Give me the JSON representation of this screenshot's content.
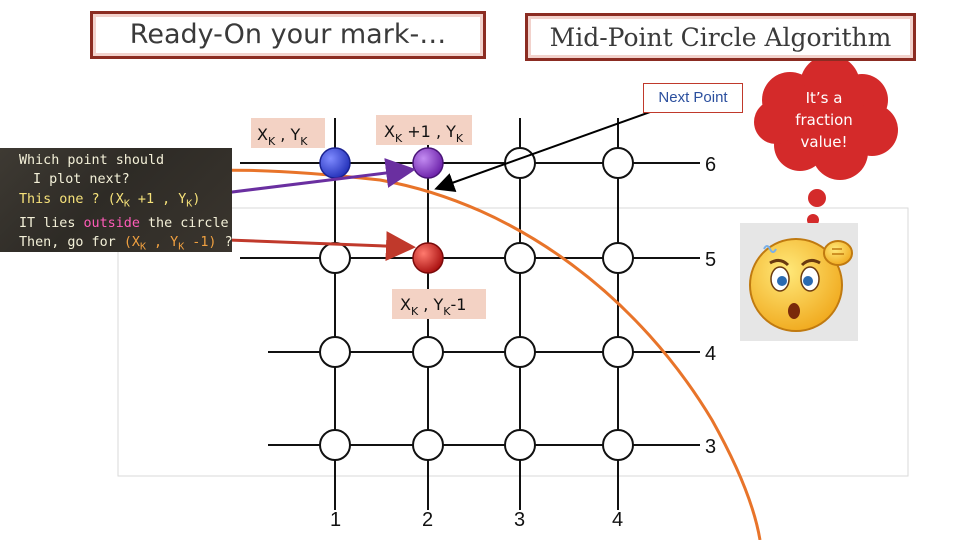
{
  "titles": {
    "left": "Ready-On your mark-…",
    "right": "Mid-Point Circle Algorithm"
  },
  "callouts": {
    "next_point": "Next Point",
    "thought_lines": [
      "It’s a",
      "fraction",
      "value!"
    ]
  },
  "chalkboard": {
    "line1": "Which point should",
    "line2": "I plot next?",
    "line3_prefix": "This one ? (X",
    "line3_sub1": "K",
    "line3_mid": " +1 , Y",
    "line3_sub2": "K",
    "line3_suffix": ")",
    "line4_a": "IT lies ",
    "line4_highlight": "outside",
    "line4_b": " the circle",
    "line5_a": "Then, go for ",
    "line5_b": "(X",
    "line5_sub1": "K",
    "line5_c": " , Y",
    "line5_sub2": "K",
    "line5_d": " -1)",
    "line5_e": " ?"
  },
  "labels": {
    "xk_yk": {
      "x": "X",
      "xs": "K",
      "mid": " , Y",
      "ys": "K"
    },
    "xk1_yk": {
      "x": "X",
      "xs": "K",
      "mid": " +1 , Y",
      "ys": "K"
    },
    "xk_yk1": {
      "x": "X",
      "xs": "K",
      "mid": " , Y",
      "ys": "K",
      "tail": "-1"
    }
  },
  "grid": {
    "x_labels": [
      "1",
      "2",
      "3",
      "4"
    ],
    "y_labels": [
      "6",
      "5",
      "4",
      "3"
    ]
  },
  "colors": {
    "title_border": "#8b2c22",
    "curve": "#e8742a",
    "point_current": "#3b4fd9",
    "point_candidate": "#8a35c7",
    "point_chosen": "#cc1a1a",
    "arrow_purple": "#6a2fa0",
    "arrow_red": "#c0392b",
    "cloud": "#d42a2a",
    "label_box": "#f3d2c4"
  },
  "icons": [
    "confused-emoji-icon",
    "thought-cloud-icon"
  ]
}
